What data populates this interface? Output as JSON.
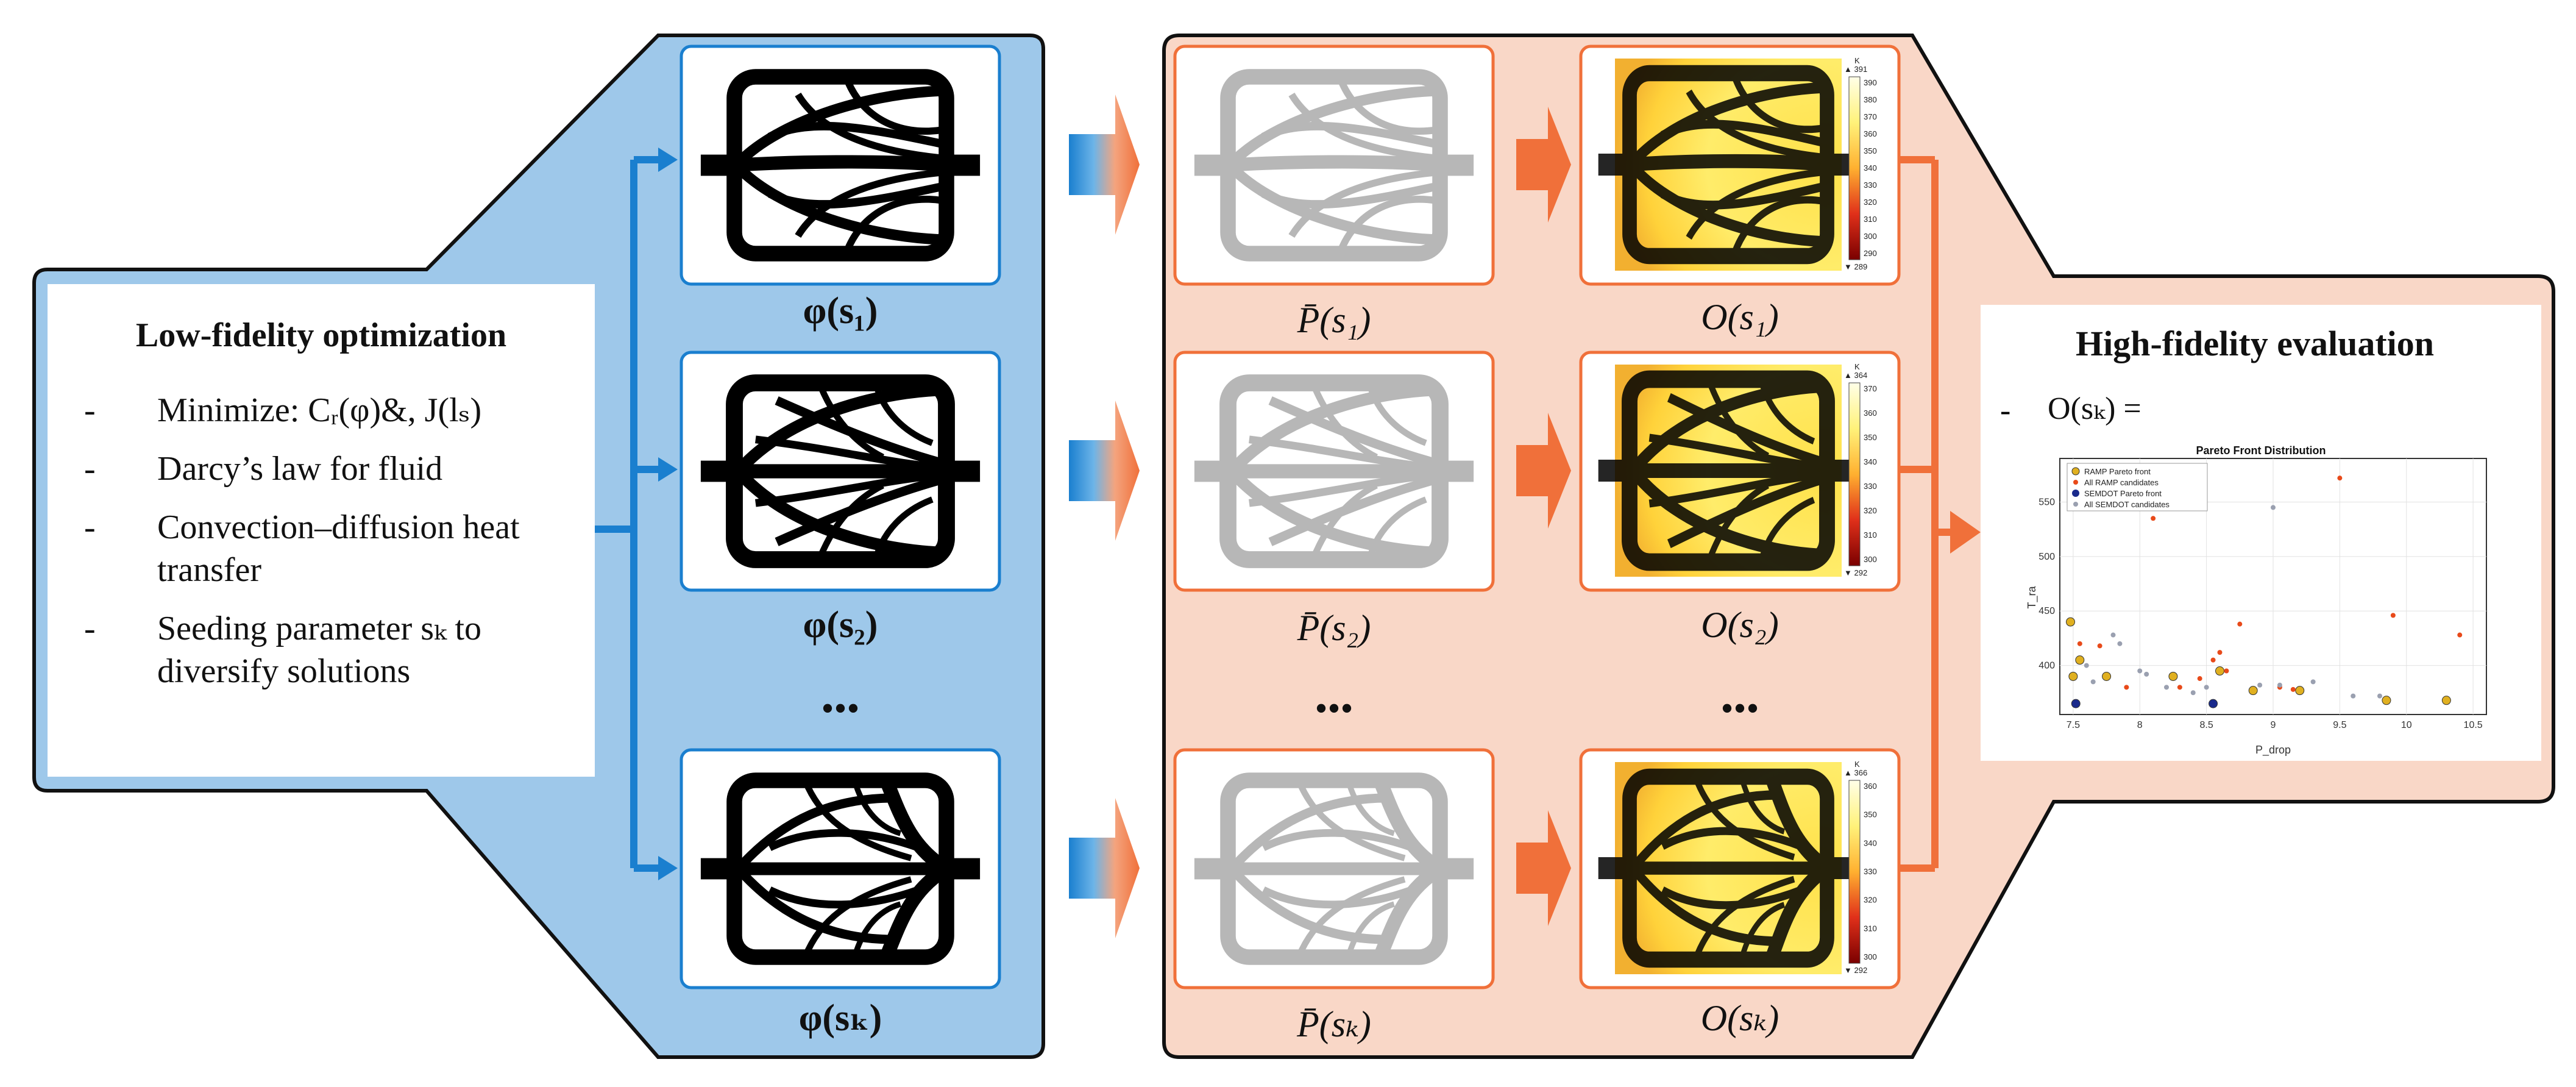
{
  "low_fidelity": {
    "title": "Low-fidelity optimization",
    "bullets": [
      {
        "dash": "-",
        "text": "Minimize: Cᵣ(φ)&, J(lₛ)"
      },
      {
        "dash": "-",
        "text": "Darcy’s law for fluid"
      },
      {
        "dash": "-",
        "text": "Convection–diffusion heat transfer"
      },
      {
        "dash": "-",
        "text": "Seeding parameter sₖ to diversify solutions"
      }
    ]
  },
  "design_labels": [
    "φ(s₁)",
    "φ(s₂)",
    "φ(sₖ)"
  ],
  "projected_labels": [
    "P̄(s₁)",
    "P̄(s₂)",
    "P̄(sₖ)"
  ],
  "output_labels": [
    "O(s₁)",
    "O(s₂)",
    "O(sₖ)"
  ],
  "ellipsis": "•••",
  "colorbars": [
    {
      "unit": "K",
      "max": "▲ 391",
      "min": "▼ 289",
      "ticks": [
        "390",
        "380",
        "370",
        "360",
        "350",
        "340",
        "330",
        "320",
        "310",
        "300",
        "290"
      ]
    },
    {
      "unit": "K",
      "max": "▲ 364",
      "min": "▼ 292",
      "ticks": [
        "370",
        "360",
        "350",
        "340",
        "330",
        "320",
        "310",
        "300"
      ]
    },
    {
      "unit": "K",
      "max": "▲ 366",
      "min": "▼ 292",
      "ticks": [
        "360",
        "350",
        "340",
        "330",
        "320",
        "310",
        "300"
      ]
    }
  ],
  "high_fidelity": {
    "title": "High-fidelity evaluation",
    "dash": "-",
    "expression": "O(sₖ) ="
  },
  "chart_data": {
    "type": "scatter",
    "title": "Pareto Front Distribution",
    "xlabel": "P_drop",
    "ylabel": "T_ra",
    "xlim": [
      7.4,
      10.6
    ],
    "ylim": [
      355,
      590
    ],
    "xticks": [
      "7.5",
      "8",
      "8.5",
      "9",
      "9.5",
      "10",
      "10.5"
    ],
    "yticks": [
      "400",
      "450",
      "500",
      "550"
    ],
    "legend": [
      "RAMP Pareto front",
      "All RAMP candidates",
      "SEMDOT Pareto front",
      "All SEMDOT candidates"
    ],
    "legend_position": "top-left",
    "series": [
      {
        "name": "RAMP Pareto front",
        "color": "#e0b020",
        "points": [
          [
            7.48,
            440
          ],
          [
            7.5,
            390
          ],
          [
            7.75,
            390
          ],
          [
            8.25,
            390
          ],
          [
            8.85,
            377
          ],
          [
            9.2,
            377
          ],
          [
            9.85,
            368
          ],
          [
            10.3,
            368
          ],
          [
            7.55,
            405
          ],
          [
            8.6,
            395
          ]
        ]
      },
      {
        "name": "All RAMP candidates",
        "color": "#e84a1a",
        "points": [
          [
            7.55,
            420
          ],
          [
            7.7,
            418
          ],
          [
            8.1,
            535
          ],
          [
            8.55,
            405
          ],
          [
            8.6,
            412
          ],
          [
            8.65,
            395
          ],
          [
            8.75,
            438
          ],
          [
            9.05,
            380
          ],
          [
            9.15,
            378
          ],
          [
            9.5,
            572
          ],
          [
            9.9,
            446
          ],
          [
            10.4,
            428
          ],
          [
            7.9,
            380
          ],
          [
            8.3,
            380
          ],
          [
            8.45,
            388
          ]
        ]
      },
      {
        "name": "SEMDOT Pareto front",
        "color": "#1a2a8c",
        "points": [
          [
            7.52,
            365
          ],
          [
            8.55,
            365
          ]
        ]
      },
      {
        "name": "All SEMDOT candidates",
        "color": "#9aa0b0",
        "points": [
          [
            7.6,
            400
          ],
          [
            7.8,
            428
          ],
          [
            7.85,
            420
          ],
          [
            8.0,
            395
          ],
          [
            8.2,
            380
          ],
          [
            8.4,
            375
          ],
          [
            8.5,
            380
          ],
          [
            9.0,
            545
          ],
          [
            9.05,
            382
          ],
          [
            9.3,
            385
          ],
          [
            9.6,
            372
          ],
          [
            9.8,
            372
          ],
          [
            8.05,
            392
          ],
          [
            7.65,
            385
          ],
          [
            8.9,
            382
          ]
        ]
      }
    ]
  }
}
